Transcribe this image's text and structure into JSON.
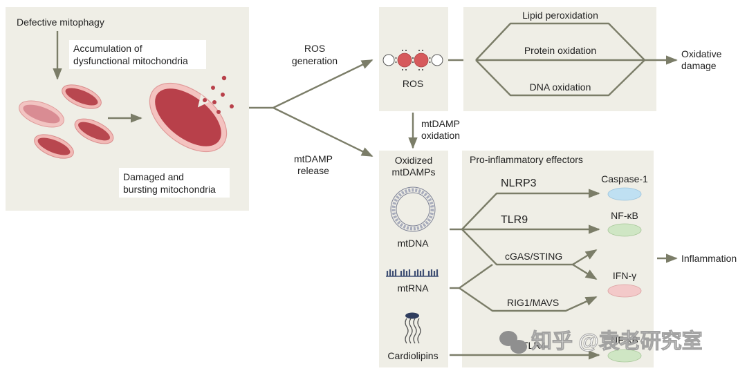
{
  "left_panel": {
    "defective_mitophagy": "Defective mitophagy",
    "accumulation_line1": "Accumulation of",
    "accumulation_line2": "dysfunctional mitochondria",
    "damaged_line1": "Damaged and",
    "damaged_line2": "bursting mitochondria"
  },
  "branch_labels": {
    "ros_generation_line1": "ROS",
    "ros_generation_line2": "generation",
    "mtdamp_release_line1": "mtDAMP",
    "mtdamp_release_line2": "release",
    "mtdamp_oxidation_line1": "mtDAMP",
    "mtdamp_oxidation_line2": "oxidation"
  },
  "ros_panel": {
    "label": "ROS"
  },
  "oxidation_panel": {
    "lipid": "Lipid peroxidation",
    "protein": "Protein oxidation",
    "dna": "DNA oxidation",
    "outcome_line1": "Oxidative",
    "outcome_line2": "damage"
  },
  "mtdamps_panel": {
    "title_line1": "Oxidized",
    "title_line2": "mtDAMPs",
    "items": [
      "mtDNA",
      "mtRNA",
      "Cardiolipins"
    ]
  },
  "effectors_panel": {
    "title": "Pro-inflammatory effectors",
    "pathways": [
      "NLRP3",
      "TLR9",
      "cGAS/STING",
      "RIG1/MAVS",
      "TLR4"
    ],
    "effectors": [
      {
        "name": "Caspase-1",
        "color": "#bfe0f2"
      },
      {
        "name": "NF-κB",
        "color": "#cfe6c4"
      },
      {
        "name": "IFN-γ",
        "color": "#f3c9c9"
      },
      {
        "name": "NF-κB",
        "color": "#cfe6c4"
      }
    ],
    "outcome": "Inflammation"
  },
  "colors": {
    "panel_bg": "#efeee6",
    "line": "#7b7d68",
    "mito_outer": "#f2b9b6",
    "mito_inner": "#b8474f",
    "mito_faded_inner": "#d98c93",
    "ros_red": "#d65a5c",
    "rna_blue": "#3f4f74"
  },
  "watermark": {
    "text": "知乎 @袁老研究室"
  }
}
